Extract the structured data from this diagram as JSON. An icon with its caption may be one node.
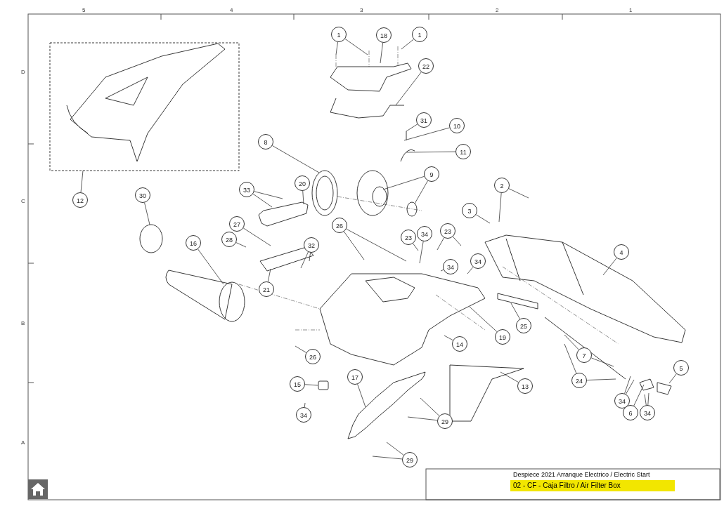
{
  "diagram": {
    "nodes": [
      {
        "text": [
          "1"
        ]
      },
      {
        "text": [
          "18"
        ]
      },
      {
        "text": [
          "1"
        ]
      },
      {
        "text": [
          "22"
        ]
      },
      {
        "text": [
          "31"
        ]
      },
      {
        "text": [
          "10"
        ]
      },
      {
        "text": [
          "11"
        ]
      },
      {
        "text": [
          "8"
        ]
      },
      {
        "text": [
          "9"
        ]
      },
      {
        "text": [
          "20"
        ]
      },
      {
        "text": [
          "33"
        ]
      },
      {
        "text": [
          "30"
        ]
      },
      {
        "text": [
          "16"
        ]
      },
      {
        "text": [
          "27"
        ]
      },
      {
        "text": [
          "28"
        ]
      },
      {
        "text": [
          "32"
        ]
      },
      {
        "text": [
          "21"
        ]
      },
      {
        "text": [
          "26"
        ]
      },
      {
        "text": [
          "23"
        ]
      },
      {
        "text": [
          "34"
        ]
      },
      {
        "text": [
          "23"
        ]
      },
      {
        "text": [
          "34"
        ]
      },
      {
        "text": [
          "34"
        ]
      },
      {
        "text": [
          "2"
        ]
      },
      {
        "text": [
          "3"
        ]
      },
      {
        "text": [
          "4"
        ]
      },
      {
        "text": [
          "12"
        ]
      },
      {
        "text": [
          "25"
        ]
      },
      {
        "text": [
          "19"
        ]
      },
      {
        "text": [
          "14"
        ]
      },
      {
        "text": [
          "26"
        ]
      },
      {
        "text": [
          "7"
        ]
      },
      {
        "text": [
          "24"
        ]
      },
      {
        "text": [
          "5"
        ]
      },
      {
        "text": [
          "34"
        ]
      },
      {
        "text": [
          "6"
        ]
      },
      {
        "text": [
          "34"
        ]
      },
      {
        "text": [
          "15"
        ]
      },
      {
        "text": [
          "34"
        ]
      },
      {
        "text": [
          "17"
        ]
      },
      {
        "text": [
          "13"
        ]
      },
      {
        "text": [
          "29"
        ]
      },
      {
        "text": [
          "29"
        ]
      }
    ],
    "edges": [
      {
        "from": 0,
        "to": null,
        "arrow": "none"
      },
      {
        "from": 0,
        "to": null,
        "arrow": "none"
      },
      {
        "from": 1,
        "to": null,
        "arrow": "none"
      },
      {
        "from": 2,
        "to": null,
        "arrow": "none"
      },
      {
        "from": 3,
        "to": null,
        "arrow": "none"
      },
      {
        "from": 4,
        "to": null,
        "arrow": "none"
      },
      {
        "from": 5,
        "to": null,
        "arrow": "none"
      },
      {
        "from": 6,
        "to": null,
        "arrow": "none"
      },
      {
        "from": 7,
        "to": null,
        "arrow": "none"
      },
      {
        "from": 8,
        "to": null,
        "arrow": "none"
      },
      {
        "from": 8,
        "to": null,
        "arrow": "none"
      },
      {
        "from": 9,
        "to": null,
        "arrow": "none"
      },
      {
        "from": 10,
        "to": null,
        "arrow": "none"
      },
      {
        "from": 10,
        "to": null,
        "arrow": "none"
      },
      {
        "from": 11,
        "to": null,
        "arrow": "none"
      },
      {
        "from": 12,
        "to": null,
        "arrow": "none"
      },
      {
        "from": 13,
        "to": null,
        "arrow": "none"
      },
      {
        "from": 14,
        "to": null,
        "arrow": "none"
      },
      {
        "from": 15,
        "to": null,
        "arrow": "none"
      },
      {
        "from": 15,
        "to": null,
        "arrow": "none"
      },
      {
        "from": 16,
        "to": null,
        "arrow": "none"
      },
      {
        "from": 17,
        "to": null,
        "arrow": "none"
      },
      {
        "from": 17,
        "to": null,
        "arrow": "none"
      },
      {
        "from": 18,
        "to": null,
        "arrow": "none"
      },
      {
        "from": 19,
        "to": null,
        "arrow": "none"
      },
      {
        "from": 20,
        "to": null,
        "arrow": "none"
      },
      {
        "from": 20,
        "to": null,
        "arrow": "none"
      },
      {
        "from": 21,
        "to": null,
        "arrow": "none"
      },
      {
        "from": 22,
        "to": null,
        "arrow": "none"
      },
      {
        "from": 23,
        "to": null,
        "arrow": "none"
      },
      {
        "from": 23,
        "to": null,
        "arrow": "none"
      },
      {
        "from": 24,
        "to": null,
        "arrow": "none"
      },
      {
        "from": 25,
        "to": null,
        "arrow": "none"
      },
      {
        "from": 26,
        "to": null,
        "arrow": "none"
      },
      {
        "from": 27,
        "to": null,
        "arrow": "none"
      },
      {
        "from": 28,
        "to": null,
        "arrow": "none"
      },
      {
        "from": 29,
        "to": null,
        "arrow": "none"
      },
      {
        "from": 30,
        "to": null,
        "arrow": "none"
      },
      {
        "from": 31,
        "to": null,
        "arrow": "none"
      },
      {
        "from": 31,
        "to": null,
        "arrow": "none"
      },
      {
        "from": 32,
        "to": null,
        "arrow": "none"
      },
      {
        "from": 32,
        "to": null,
        "arrow": "none"
      },
      {
        "from": 33,
        "to": null,
        "arrow": "none"
      },
      {
        "from": 34,
        "to": null,
        "arrow": "none"
      },
      {
        "from": 34,
        "to": null,
        "arrow": "none"
      },
      {
        "from": 35,
        "to": null,
        "arrow": "none"
      },
      {
        "from": 36,
        "to": null,
        "arrow": "none"
      },
      {
        "from": 36,
        "to": null,
        "arrow": "none"
      },
      {
        "from": 37,
        "to": null,
        "arrow": "none"
      },
      {
        "from": 38,
        "to": null,
        "arrow": "none"
      },
      {
        "from": 39,
        "to": null,
        "arrow": "none"
      },
      {
        "from": 40,
        "to": null,
        "arrow": "none"
      },
      {
        "from": 41,
        "to": null,
        "arrow": "none"
      },
      {
        "from": 41,
        "to": null,
        "arrow": "none"
      },
      {
        "from": 42,
        "to": null,
        "arrow": "none"
      },
      {
        "from": 42,
        "to": null,
        "arrow": "none"
      }
    ],
    "labels": [
      "5",
      "4",
      "3",
      "2",
      "1",
      "D",
      "C",
      "B",
      "A",
      "Despiece 2021 Arranque Electrico / Electric Start",
      "02 - CF - Caja Filtro / Air Filter Box"
    ]
  }
}
